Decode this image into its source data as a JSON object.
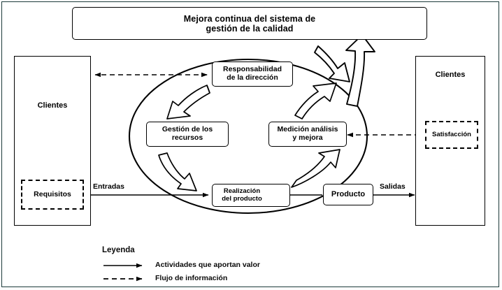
{
  "diagram": {
    "title_box": "Mejora continua del sistema de gestión de la calidad",
    "title_line1": "Mejora continua del sistema de",
    "title_line2": "gestión de la calidad",
    "left_panel": {
      "label": "Clientes",
      "inner_label": "Requisitos"
    },
    "right_panel": {
      "label": "Clientes",
      "inner_label": "Satisfacción"
    },
    "cycle": {
      "responsibility_line1": "Responsabilidad",
      "responsibility_line2": "de la dirección",
      "resources_line1": "Gestión de los",
      "resources_line2": "recursos",
      "measurement_line1": "Medición análisis",
      "measurement_line2": "y mejora",
      "realization_line1": "Realización",
      "realization_line2": "del producto"
    },
    "product_box": "Producto",
    "flow_labels": {
      "inputs": "Entradas",
      "outputs": "Salidas"
    },
    "legend": {
      "title": "Leyenda",
      "items": [
        {
          "label": "Actividades que aportan valor",
          "style": "solid-arrow"
        },
        {
          "label": "Flujo de información",
          "style": "dashed-arrow"
        }
      ]
    },
    "colors": {
      "line": "#000000",
      "frame": "#1d3b3b",
      "background": "#ffffff"
    },
    "icons": {
      "cycle_arrow": "curved-block-arrow-icon",
      "improvement_arrow": "large-block-arrow-icon",
      "process_arrow": "chevron-arrow-icon"
    }
  }
}
